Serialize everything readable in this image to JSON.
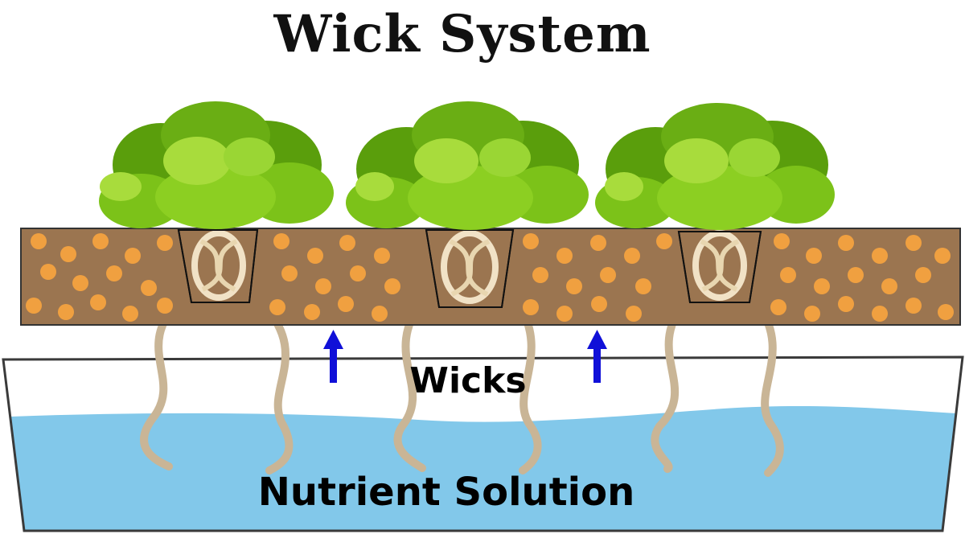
{
  "title": "Wick System",
  "labels": {
    "wicks": "Wicks",
    "nutrient_solution": "Nutrient Solution"
  },
  "components": {
    "plants": [
      "plant-left",
      "plant-center",
      "plant-right"
    ],
    "arrows": [
      "up-arrow-left",
      "up-arrow-right"
    ],
    "wick_count": 6
  },
  "colors": {
    "leaf_dark": "#5a9e0c",
    "leaf_mid": "#7cc219",
    "leaf_light": "#a8dc3c",
    "medium": "#9b7550",
    "pellet": "#f0a040",
    "wick": "#c9b596",
    "water": "#82c8ea",
    "arrow": "#1010d8"
  }
}
